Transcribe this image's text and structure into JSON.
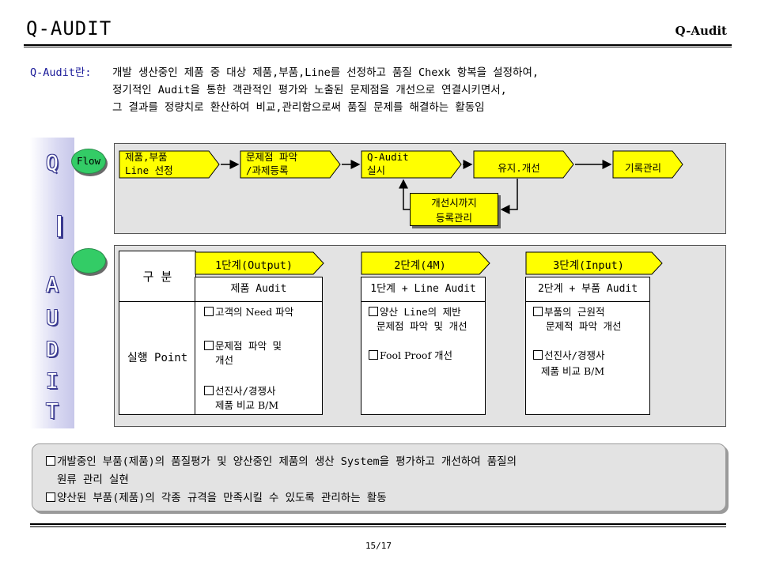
{
  "header": {
    "title": "Q-AUDIT",
    "title_right": "Q-Audit"
  },
  "definition": {
    "label": "Q-Audit란:",
    "lines": [
      "개발 생산중인 제품 중 대상 제품,부품,Line를 선정하고 품질 Chexk 항복을 설정하여,",
      "정기적인 Audit을 통한 객관적인 평가와 노출된 문제점을 개선으로 연결시키면서,",
      "그 결과를 정량치로 환산하여 비교,관리함으로써 품질 문제를 해결하는 활동임"
    ]
  },
  "sidebar": {
    "letters": [
      "Q",
      "|",
      "A",
      "U",
      "D",
      "I",
      "T"
    ]
  },
  "flow": {
    "badge": "Flow",
    "steps": [
      {
        "line1": "제품,부품",
        "line2": "Line 선정"
      },
      {
        "line1": "문제점 파악",
        "line2": "/과제등록"
      },
      {
        "line1": "Q-Audit",
        "line2": "실시"
      },
      {
        "line1": "유지.개선",
        "line2": ""
      },
      {
        "line1": "기록관리",
        "line2": ""
      }
    ],
    "loop": {
      "line1": "개선시까지",
      "line2": "등록관리"
    }
  },
  "stages": {
    "badge": "",
    "row_header": "구 분",
    "point_label": "실행 Point",
    "columns": [
      {
        "stage": "1단계(Output)",
        "sub": "제품 Audit",
        "items": [
          {
            "l1": "고객의 Need 파악",
            "l2": ""
          },
          {
            "l1": "문제점 파악 및",
            "l2": "개선"
          },
          {
            "l1": "선진사/경쟁사",
            "l2": "제품 비교 B/M"
          }
        ]
      },
      {
        "stage": "2단계(4M)",
        "sub": "1단계 + Line Audit",
        "items": [
          {
            "l1": "양산 Line의 제반",
            "l2": "문제점 파악 및 개선"
          },
          {
            "l1": "Fool Proof 개선",
            "l2": ""
          }
        ]
      },
      {
        "stage": "3단계(Input)",
        "sub": "2단계 + 부품 Audit",
        "items": [
          {
            "l1": "부품의 근원적",
            "l2": "문제적 파악 개선"
          },
          {
            "l1": "선진사/경쟁사",
            "l2": "제품 비교 B/M"
          }
        ]
      }
    ]
  },
  "summary": {
    "line1": "개발중인 부품(제품)의 품질평가 및 양산중인 제품의 생산 System을 평가하고 개선하여 품질의",
    "line1b": "원류 관리 실현",
    "line2": "양산된 부품(제품)의 각종 규격을 만족시킬 수 있도록 관리하는 활동"
  },
  "footer": {
    "page": "15/17"
  },
  "colors": {
    "accent_yellow": "#ffff00",
    "oval_green": "#33cc66",
    "panel_gray": "#e3e3e3",
    "label_blue": "#1a1a99"
  }
}
